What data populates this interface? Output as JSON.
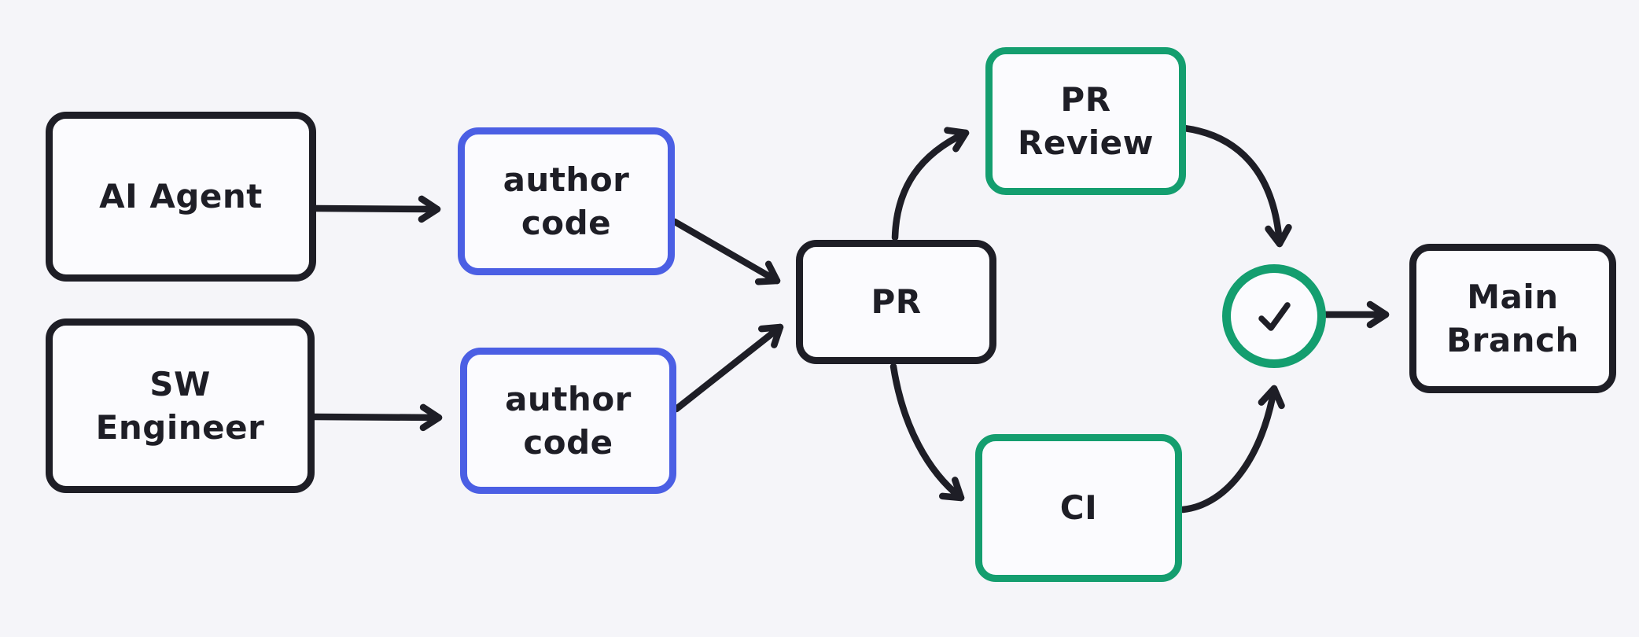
{
  "diagram": {
    "title": "AI agent and engineer code review flow",
    "colors": {
      "canvas_bg": "#f5f5f9",
      "node_fill": "#fbfbfe",
      "ink": "#1e1e26",
      "blue": "#4b5fe4",
      "green": "#149e6f"
    },
    "nodes": {
      "ai_agent": {
        "label": "AI Agent",
        "stroke": "ink"
      },
      "sw_engineer": {
        "label": "SW\nEngineer",
        "stroke": "ink"
      },
      "author_code_top": {
        "label": "author\ncode",
        "stroke": "blue"
      },
      "author_code_bottom": {
        "label": "author\ncode",
        "stroke": "blue"
      },
      "pr": {
        "label": "PR",
        "stroke": "ink"
      },
      "pr_review": {
        "label": "PR\nReview",
        "stroke": "green"
      },
      "ci": {
        "label": "CI",
        "stroke": "green"
      },
      "approval": {
        "icon": "check-icon",
        "stroke": "green"
      },
      "main_branch": {
        "label": "Main\nBranch",
        "stroke": "ink"
      }
    },
    "edges": [
      {
        "from": "ai_agent",
        "to": "author_code_top"
      },
      {
        "from": "sw_engineer",
        "to": "author_code_bottom"
      },
      {
        "from": "author_code_top",
        "to": "pr"
      },
      {
        "from": "author_code_bottom",
        "to": "pr"
      },
      {
        "from": "pr",
        "to": "pr_review"
      },
      {
        "from": "pr",
        "to": "ci"
      },
      {
        "from": "pr_review",
        "to": "approval"
      },
      {
        "from": "ci",
        "to": "approval"
      },
      {
        "from": "approval",
        "to": "main_branch"
      }
    ]
  }
}
